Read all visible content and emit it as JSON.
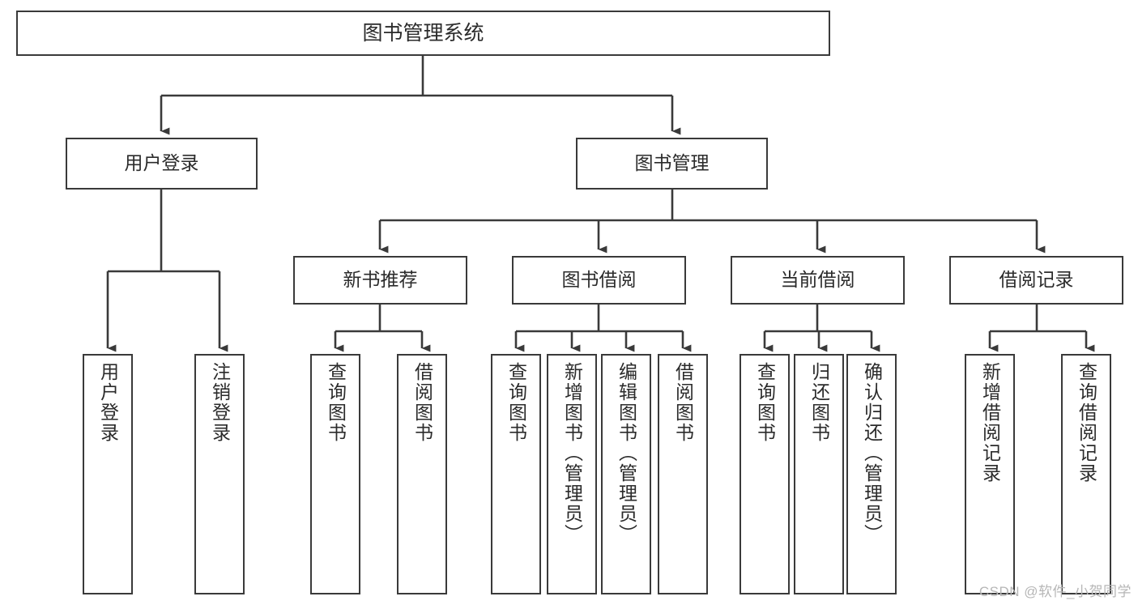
{
  "diagram": {
    "type": "tree",
    "title": "图书管理系统",
    "watermark": "CSDN @软件_小贺同学",
    "colors": {
      "box_border": "#3a3a3a",
      "box_fill": "#ffffff",
      "connector": "#3a3a3a",
      "text": "#2b2b2b",
      "watermark": "#b6b6b6",
      "background": "#ffffff"
    },
    "root": {
      "label": "图书管理系统"
    },
    "level1": [
      {
        "label": "用户登录"
      },
      {
        "label": "图书管理"
      }
    ],
    "level2": [
      {
        "label": "新书推荐"
      },
      {
        "label": "图书借阅"
      },
      {
        "label": "当前借阅"
      },
      {
        "label": "借阅记录"
      }
    ],
    "leaves": {
      "user_login": [
        {
          "label": "用户登录"
        },
        {
          "label": "注销登录"
        }
      ],
      "new_book_recommend": [
        {
          "label": "查询图书"
        },
        {
          "label": "借阅图书"
        }
      ],
      "book_borrow": [
        {
          "label": "查询图书"
        },
        {
          "label": "新增图书（管理员）"
        },
        {
          "label": "编辑图书（管理员）"
        },
        {
          "label": "借阅图书"
        }
      ],
      "current_borrow": [
        {
          "label": "查询图书"
        },
        {
          "label": "归还图书"
        },
        {
          "label": "确认归还（管理员）"
        }
      ],
      "borrow_record": [
        {
          "label": "新增借阅记录"
        },
        {
          "label": "查询借阅记录"
        }
      ]
    }
  }
}
